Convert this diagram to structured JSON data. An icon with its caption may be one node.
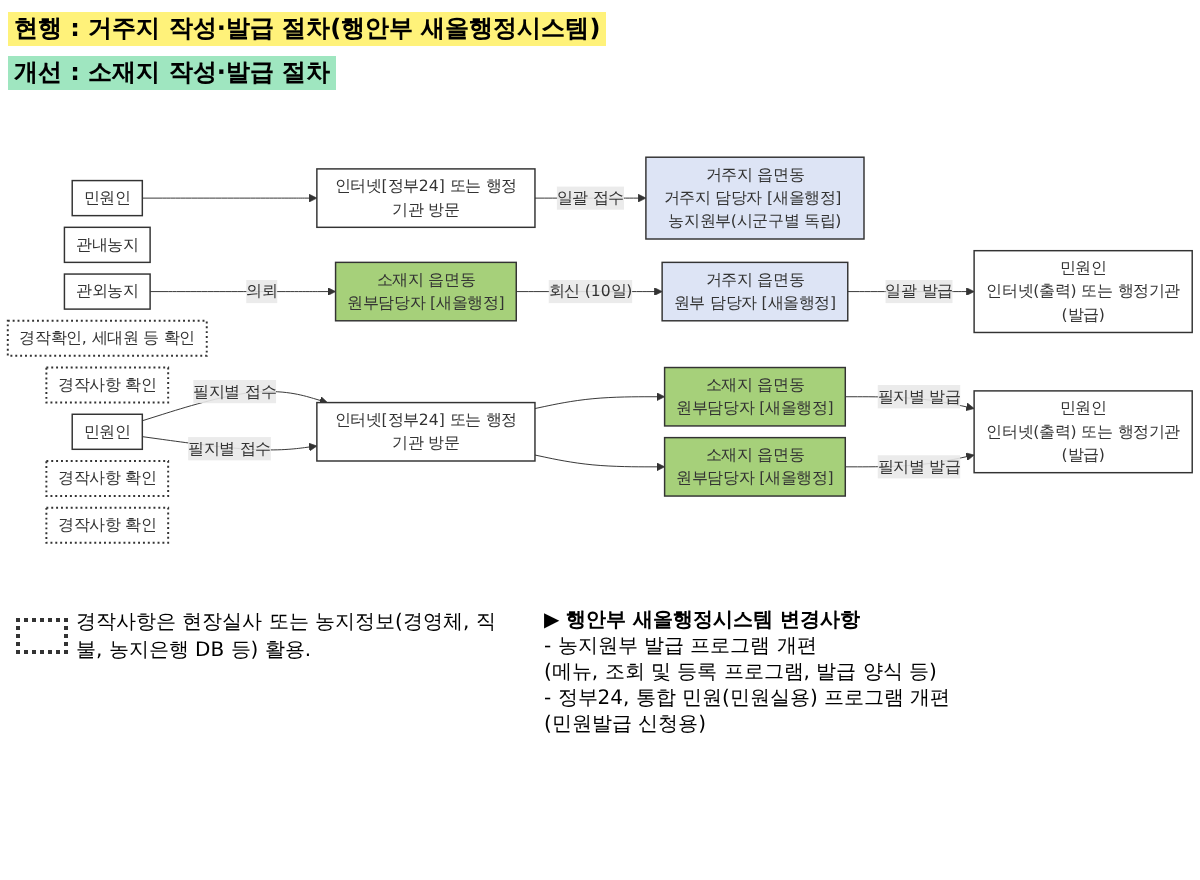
{
  "diagram": {
    "nodes": [
      {
        "text": [
          "민원인"
        ]
      },
      {
        "text": [
          "인터넷[정부24] 또는 행정기관 방문"
        ]
      },
      {
        "text": [
          "거주지 읍면동",
          "거주지 담당자 [새올행정] 농지원부(시군구별 독립)"
        ]
      },
      {
        "text": [
          "관내농지"
        ]
      },
      {
        "text": [
          "관외농지"
        ]
      },
      {
        "text": [
          "경작확인, 세대원 등 확인"
        ]
      },
      {
        "text": [
          "소재지 읍면동",
          "원부담당자 [새올행정]"
        ]
      },
      {
        "text": [
          "경작사항 확인"
        ]
      },
      {
        "text": [
          "거주지 읍면동",
          "원부 담당자 [새올행정]"
        ]
      },
      {
        "text": [
          "민원인",
          "인터넷(출력) 또는 행정기관(발급)"
        ]
      },
      {
        "text": [
          "민원인"
        ]
      },
      {
        "text": [
          "인터넷[정부24] 또는 행정기관 방문"
        ]
      },
      {
        "text": [
          "소재지 읍면동",
          "원부담당자 [새올행정]"
        ]
      },
      {
        "text": [
          "소재지 읍면동",
          "원부담당자 [새올행정]"
        ]
      },
      {
        "text": [
          "경작사항 확인"
        ]
      },
      {
        "text": [
          "경작사항 확인"
        ]
      },
      {
        "text": [
          "민원인",
          "인터넷(출력) 또는 행정기관(발급)"
        ]
      }
    ],
    "edges": [
      {
        "from": 0,
        "to": 1,
        "arrow": "to"
      },
      {
        "from": 1,
        "to": 2,
        "label": "일괄 접수",
        "arrow": "to"
      },
      {
        "from": 4,
        "to": 6,
        "label": "의뢰",
        "arrow": "to"
      },
      {
        "from": 6,
        "to": 8,
        "label": "회신 (10일)",
        "arrow": "to"
      },
      {
        "from": 8,
        "to": 9,
        "label": "일괄 발급",
        "arrow": "to"
      },
      {
        "from": 10,
        "to": 11,
        "label": "필지별 접수",
        "arrow": "to"
      },
      {
        "from": 10,
        "to": 11,
        "label": "필지별 접수",
        "arrow": "to"
      },
      {
        "from": 11,
        "to": 12,
        "arrow": "to"
      },
      {
        "from": 11,
        "to": 13,
        "arrow": "to"
      },
      {
        "from": 12,
        "to": 16,
        "label": "필지별 발급",
        "arrow": "to"
      },
      {
        "from": 13,
        "to": 16,
        "label": "필지별 발급",
        "arrow": "to"
      }
    ],
    "labels": [
      "현행 : 거주지 작성·발급 절차(행안부 새올행정시스템)",
      "개선 : 소재지 작성·발급 절차",
      "▶ 행안부 새올행정시스템 변경사항",
      "- 농지원부 발급 프로그램 개편",
      "(메뉴, 조회 및 등록 프로그램, 발급 양식 등)",
      "- 정부24, 통합 민원(민원실용) 프로그램 개편",
      "(민원발급 신청용)"
    ],
    "legend": [
      {
        "text": "경작사항은 현장실사 또는 농지정보(경영체, 직불, 농지은행 DB 등) 활용."
      }
    ]
  }
}
